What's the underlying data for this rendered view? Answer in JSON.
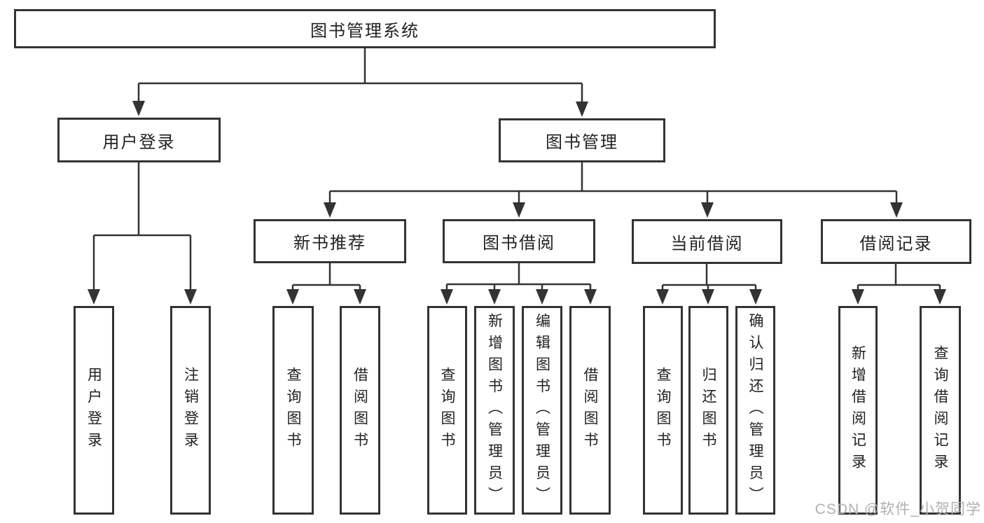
{
  "tree": {
    "root": {
      "label": "图书管理系统",
      "children": [
        {
          "label": "用户登录",
          "children": [
            {
              "label": "用户登录"
            },
            {
              "label": "注销登录"
            }
          ]
        },
        {
          "label": "图书管理",
          "children": [
            {
              "label": "新书推荐",
              "children": [
                {
                  "label": "查询图书"
                },
                {
                  "label": "借阅图书"
                }
              ]
            },
            {
              "label": "图书借阅",
              "children": [
                {
                  "label": "查询图书"
                },
                {
                  "label": "新增图书（管理员）"
                },
                {
                  "label": "编辑图书（管理员）"
                },
                {
                  "label": "借阅图书"
                }
              ]
            },
            {
              "label": "当前借阅",
              "children": [
                {
                  "label": "查询图书"
                },
                {
                  "label": "归还图书"
                },
                {
                  "label": "确认归还（管理员）"
                }
              ]
            },
            {
              "label": "借阅记录",
              "children": [
                {
                  "label": "新增借阅记录"
                },
                {
                  "label": "查询借阅记录"
                }
              ]
            }
          ]
        }
      ]
    }
  },
  "watermark": {
    "text": "CSDN @软件_小贺同学",
    "color": "#b0b0b0"
  },
  "colors": {
    "line": "#333333",
    "box_border": "#333333",
    "text": "#222222",
    "background": "#ffffff"
  }
}
